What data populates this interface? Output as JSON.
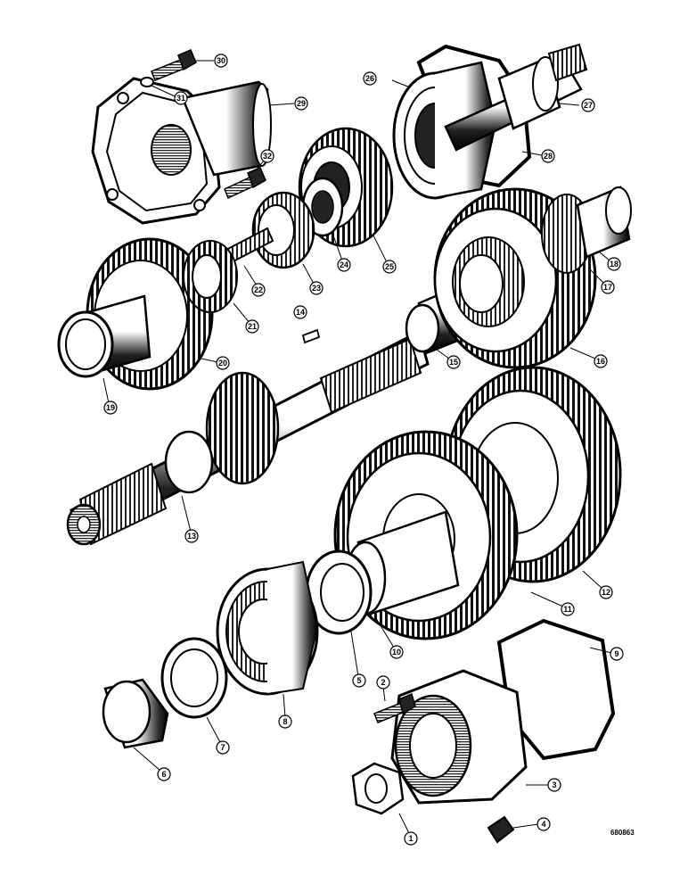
{
  "figure_ref": "680863",
  "colors": {
    "ink": "#000000",
    "paper": "#ffffff",
    "shade": "#1a1a1a",
    "light": "#e6e6e6"
  },
  "callouts": [
    {
      "id": "1",
      "label": "1"
    },
    {
      "id": "2",
      "label": "2"
    },
    {
      "id": "3",
      "label": "3"
    },
    {
      "id": "4",
      "label": "4"
    },
    {
      "id": "5",
      "label": "5"
    },
    {
      "id": "6",
      "label": "6"
    },
    {
      "id": "7",
      "label": "7"
    },
    {
      "id": "8",
      "label": "8"
    },
    {
      "id": "9",
      "label": "9"
    },
    {
      "id": "10",
      "label": "10"
    },
    {
      "id": "11",
      "label": "11"
    },
    {
      "id": "12",
      "label": "12"
    },
    {
      "id": "13",
      "label": "13"
    },
    {
      "id": "14",
      "label": "14"
    },
    {
      "id": "15",
      "label": "15"
    },
    {
      "id": "16",
      "label": "16"
    },
    {
      "id": "17",
      "label": "17"
    },
    {
      "id": "18",
      "label": "18"
    },
    {
      "id": "19",
      "label": "19"
    },
    {
      "id": "20",
      "label": "20"
    },
    {
      "id": "21",
      "label": "21"
    },
    {
      "id": "22",
      "label": "22"
    },
    {
      "id": "23",
      "label": "23"
    },
    {
      "id": "24",
      "label": "24"
    },
    {
      "id": "25",
      "label": "25"
    },
    {
      "id": "26",
      "label": "26"
    },
    {
      "id": "27",
      "label": "27"
    },
    {
      "id": "28",
      "label": "28"
    },
    {
      "id": "29",
      "label": "29"
    },
    {
      "id": "30",
      "label": "30"
    },
    {
      "id": "31",
      "label": "31"
    },
    {
      "id": "32",
      "label": "32"
    }
  ]
}
